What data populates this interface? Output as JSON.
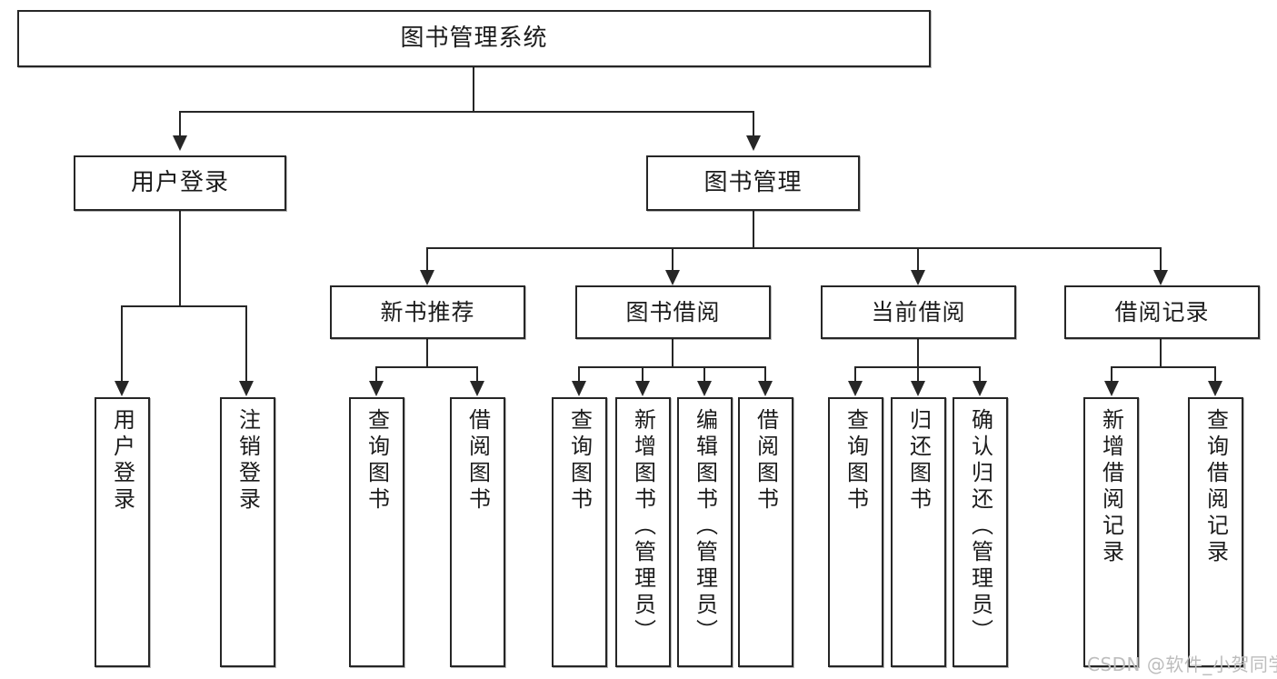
{
  "diagram": {
    "type": "tree-hierarchy-chart",
    "title": "图书管理系统",
    "orientation": "top-down",
    "line_color": "#262626",
    "box_fill": "#ffffff",
    "text_color": "#1b1b1b"
  },
  "nodes": {
    "root": {
      "label": "图书管理系统"
    },
    "level1": [
      {
        "label": "用户登录"
      },
      {
        "label": "图书管理"
      }
    ],
    "level2": [
      {
        "label": "新书推荐"
      },
      {
        "label": "图书借阅"
      },
      {
        "label": "当前借阅"
      },
      {
        "label": "借阅记录"
      }
    ],
    "leaves": {
      "user_login": [
        {
          "label": "用户登录"
        },
        {
          "label": "注销登录"
        }
      ],
      "new_book": [
        {
          "label": "查询图书"
        },
        {
          "label": "借阅图书"
        }
      ],
      "borrow_book": [
        {
          "label": "查询图书"
        },
        {
          "label": "新增图书（管理员）"
        },
        {
          "label": "编辑图书（管理员）"
        },
        {
          "label": "借阅图书"
        }
      ],
      "current_borrow": [
        {
          "label": "查询图书"
        },
        {
          "label": "归还图书"
        },
        {
          "label": "确认归还（管理员）"
        }
      ],
      "borrow_record": [
        {
          "label": "新增借阅记录"
        },
        {
          "label": "查询借阅记录"
        }
      ]
    }
  },
  "watermark": {
    "text": "CSDN @软件_小贺同学"
  }
}
